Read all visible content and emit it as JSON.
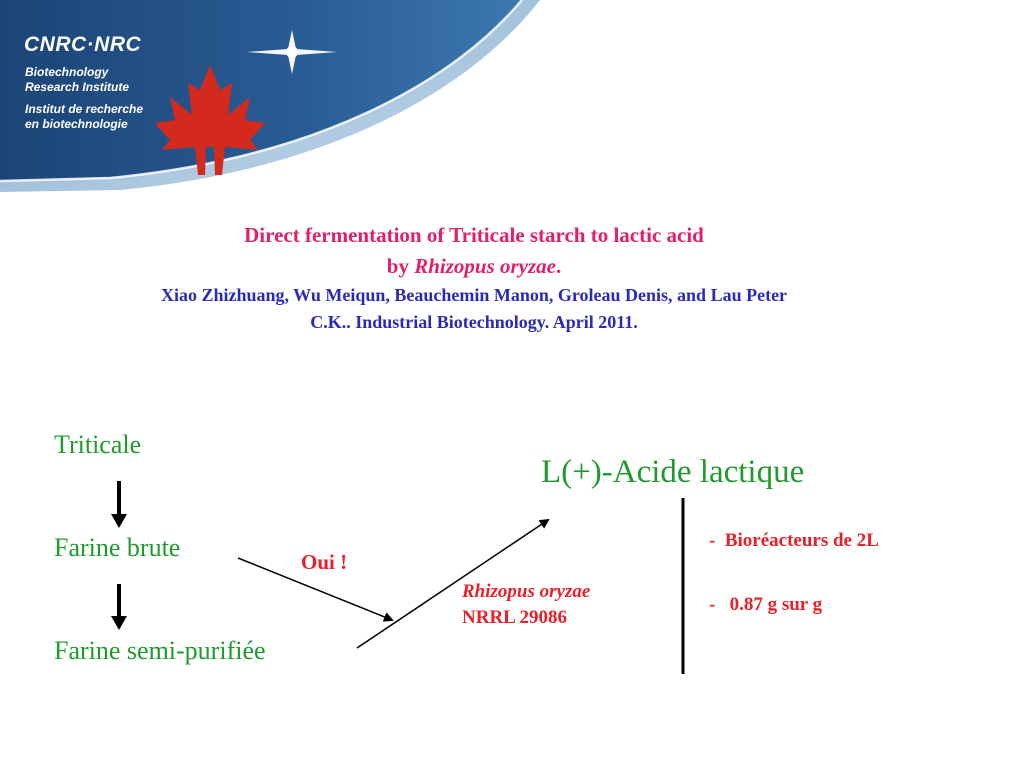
{
  "header": {
    "logo": "CNRC·NRC",
    "institute_lines": [
      "Biotechnology",
      "Research Institute",
      "Institut de recherche",
      "en biotechnologie"
    ]
  },
  "citation": {
    "title_line1": "Direct fermentation of Triticale starch to lactic acid",
    "title_by": "by ",
    "title_organism": "Rhizopus oryzae",
    "title_end": ".",
    "authors_line1": "Xiao Zhizhuang, Wu Meiqun, Beauchemin Manon, Groleau Denis, and Lau Peter",
    "authors_line2": "C.K.. Industrial Biotechnology. April 2011."
  },
  "flow": {
    "steps": [
      "Triticale",
      "Farine brute",
      "Farine semi-purifiée"
    ],
    "answer": "Oui !",
    "organism_name": "Rhizopus oryzae",
    "organism_strain": "NRRL 29086",
    "product": "L(+)-Acide lactique",
    "notes": [
      "-  Bioréacteurs de 2L",
      "-   0.87 g sur g"
    ]
  },
  "colors": {
    "banner_blue": "#1f4f86",
    "maple_red": "#d42a1e",
    "title_pink": "#e0206a",
    "reference_blue": "#2a2ab8",
    "process_green": "#1e9b2c",
    "highlight_red": "#e8202a"
  },
  "icons": [
    "maple-leaf-icon",
    "star-flare-icon",
    "arrow-down-icon",
    "arrow-right-icon"
  ]
}
